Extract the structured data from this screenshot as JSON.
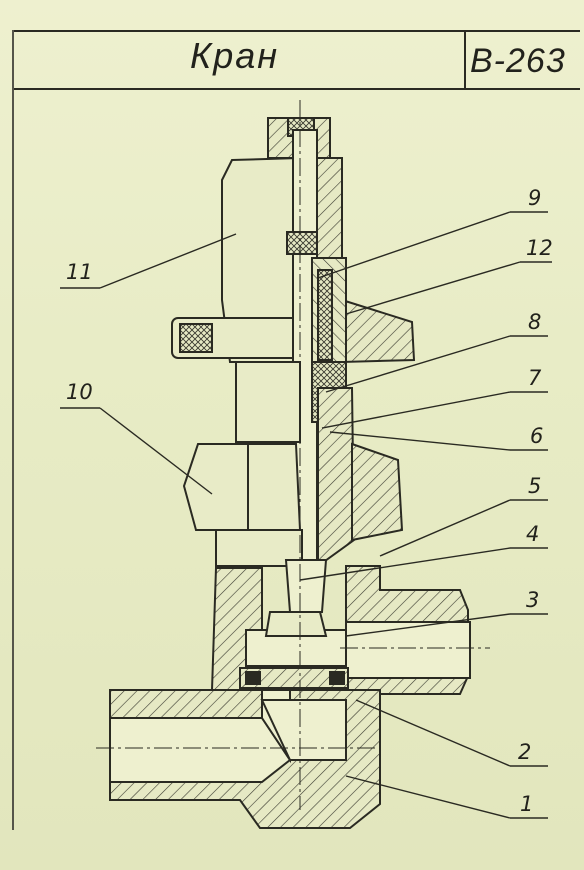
{
  "title": "Кран",
  "code": "В-263",
  "callouts": [
    "1",
    "2",
    "3",
    "4",
    "5",
    "6",
    "7",
    "8",
    "9",
    "10",
    "11",
    "12"
  ]
}
